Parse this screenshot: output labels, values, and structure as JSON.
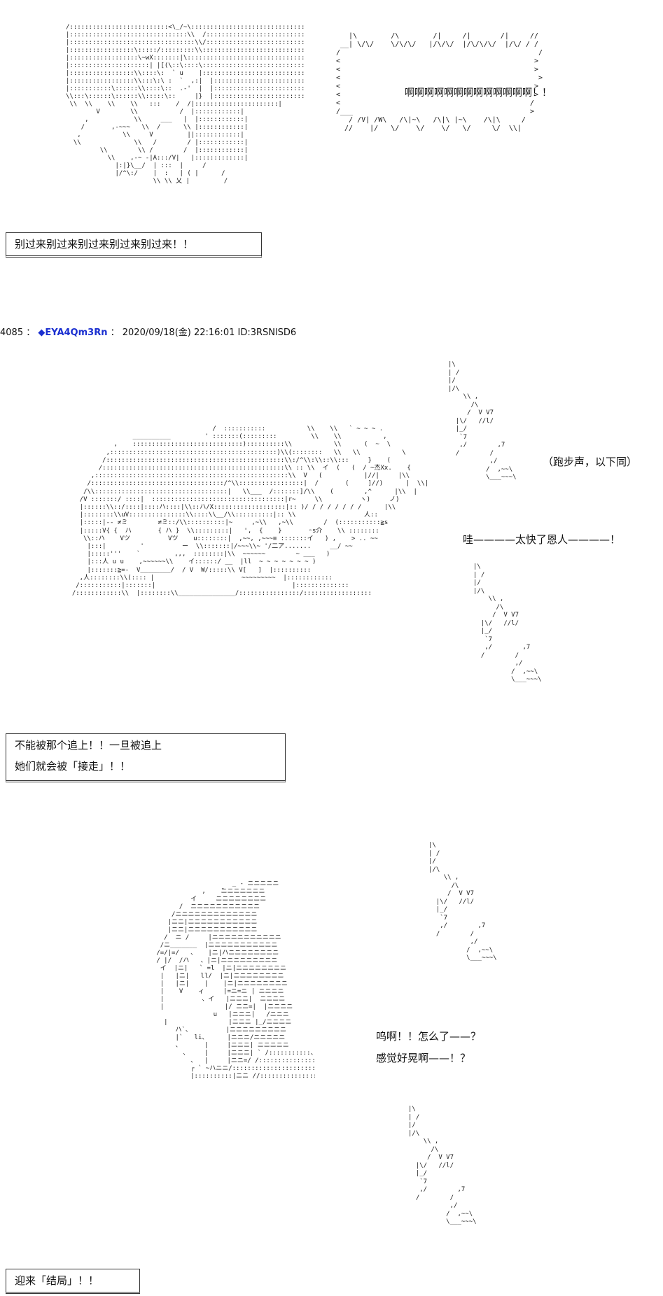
{
  "panel1": {
    "shout": "啊啊啊啊啊啊啊啊啊啊啊啊啊！！",
    "caption": "别过来别过来别过来别过来别过来！！"
  },
  "post": {
    "number": "4085",
    "separator": "：",
    "diamond": "◆",
    "trip": "EYA4Qm3Rn",
    "separator2": "：",
    "datetime": "2020/09/18(金) 22:16:01",
    "id": "ID:3RSNlSD6"
  },
  "panel2": {
    "footsteps_note": "（跑步声，以下同）",
    "wow_line": "哇————太快了恩人————！",
    "caption_line1": "不能被那个追上！！一旦被追上",
    "caption_line2": "她们就会被「接走」！！"
  },
  "panel3": {
    "line1": "呜啊！！怎么了——？",
    "line2": "感觉好晃啊——！？",
    "caption": "迎来「结局」！！"
  }
}
